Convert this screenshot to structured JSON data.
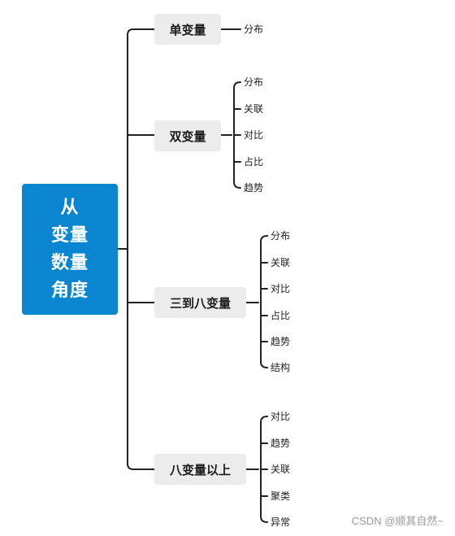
{
  "root": {
    "label": "从\n变量\n数量\n角度"
  },
  "branches": [
    {
      "label": "单变量",
      "items": [
        "分布"
      ]
    },
    {
      "label": "双变量",
      "items": [
        "分布",
        "关联",
        "对比",
        "占比",
        "趋势"
      ]
    },
    {
      "label": "三到八变量",
      "items": [
        "分布",
        "关联",
        "对比",
        "占比",
        "趋势",
        "结构"
      ]
    },
    {
      "label": "八变量以上",
      "items": [
        "对比",
        "趋势",
        "关联",
        "聚类",
        "异常"
      ]
    }
  ],
  "watermark": "CSDN @顺其自然~"
}
